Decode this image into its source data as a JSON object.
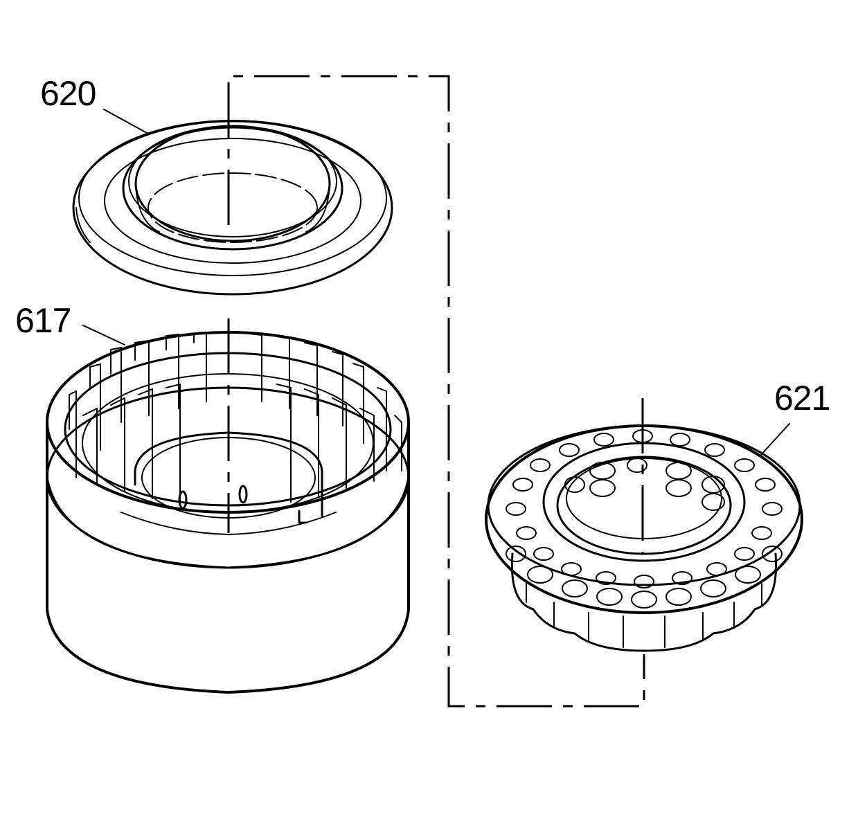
{
  "diagram": {
    "callouts": [
      {
        "id": "620",
        "text": "620"
      },
      {
        "id": "617",
        "text": "617"
      },
      {
        "id": "621",
        "text": "621"
      }
    ]
  },
  "colors": {
    "ink": "#000000",
    "paper": "#ffffff"
  },
  "parts": [
    {
      "name": "seal-ring-part",
      "callout": "620"
    },
    {
      "name": "clutch-housing-part",
      "callout": "617"
    },
    {
      "name": "roller-clutch-part",
      "callout": "621"
    }
  ]
}
